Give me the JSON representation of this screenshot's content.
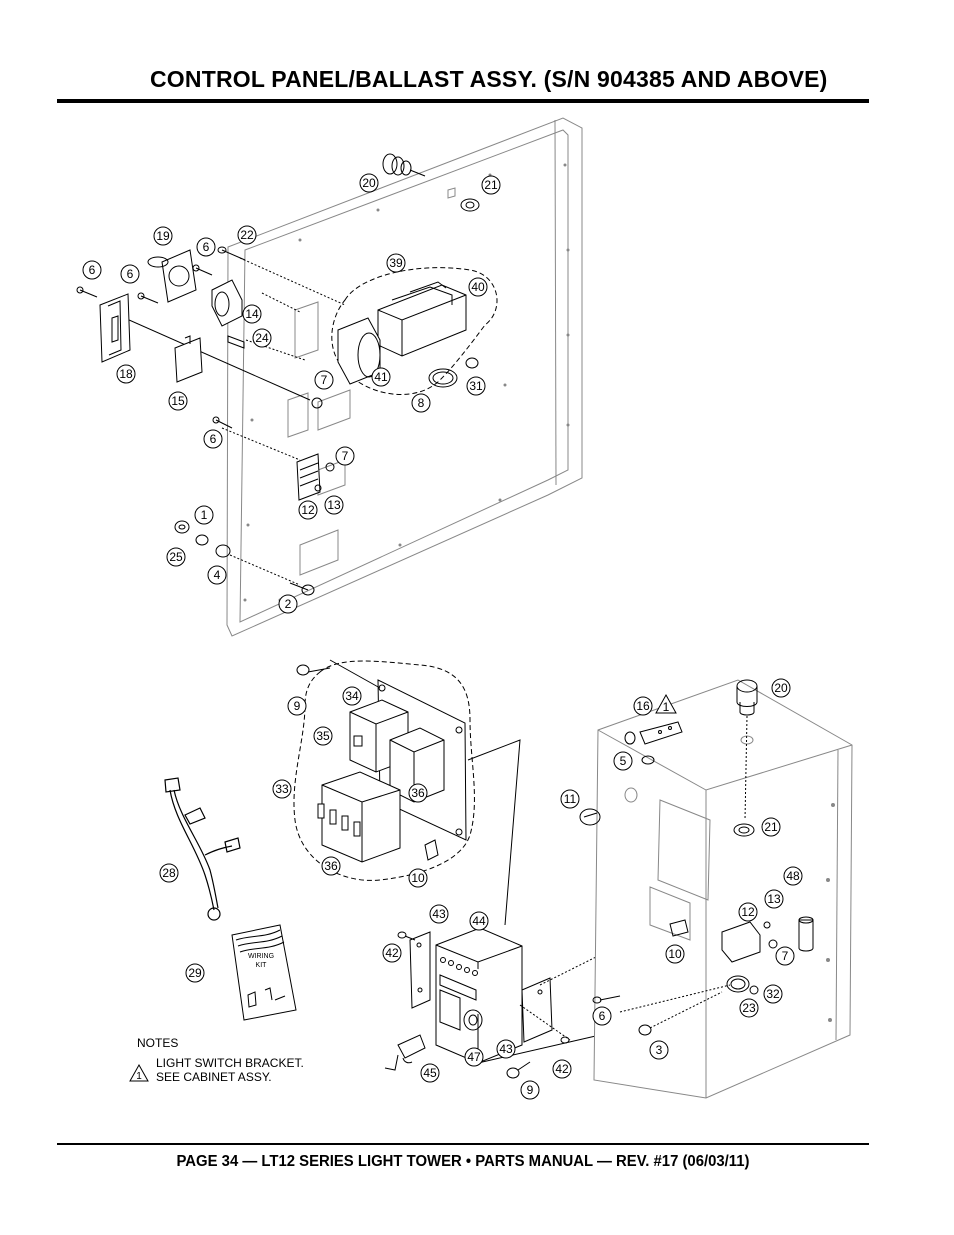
{
  "header": {
    "title": "CONTROL PANEL/BALLAST ASSY.  (S/N 904385 AND ABOVE)"
  },
  "footer": {
    "text": "PAGE 34 — LT12 SERIES LIGHT TOWER • PARTS MANUAL — REV. #17 (06/03/11)"
  },
  "notes": {
    "heading": "NOTES",
    "note_symbol": "1",
    "note_1_line1": "LIGHT SWITCH BRACKET.",
    "note_1_line2": "SEE CABINET ASSY."
  },
  "wiring_kit": {
    "label_line1": "WIRING",
    "label_line2": "KIT"
  },
  "callouts": [
    "20",
    "21",
    "19",
    "6",
    "22",
    "6",
    "6",
    "39",
    "40",
    "14",
    "24",
    "18",
    "15",
    "41",
    "8",
    "31",
    "7",
    "6",
    "7",
    "12",
    "13",
    "1",
    "25",
    "4",
    "2",
    "9",
    "34",
    "35",
    "33",
    "36",
    "36",
    "10",
    "28",
    "29",
    "16",
    "1",
    "20",
    "5",
    "11",
    "21",
    "48",
    "13",
    "12",
    "7",
    "10",
    "43",
    "44",
    "42",
    "6",
    "32",
    "23",
    "3",
    "47",
    "43",
    "45",
    "9",
    "42"
  ]
}
